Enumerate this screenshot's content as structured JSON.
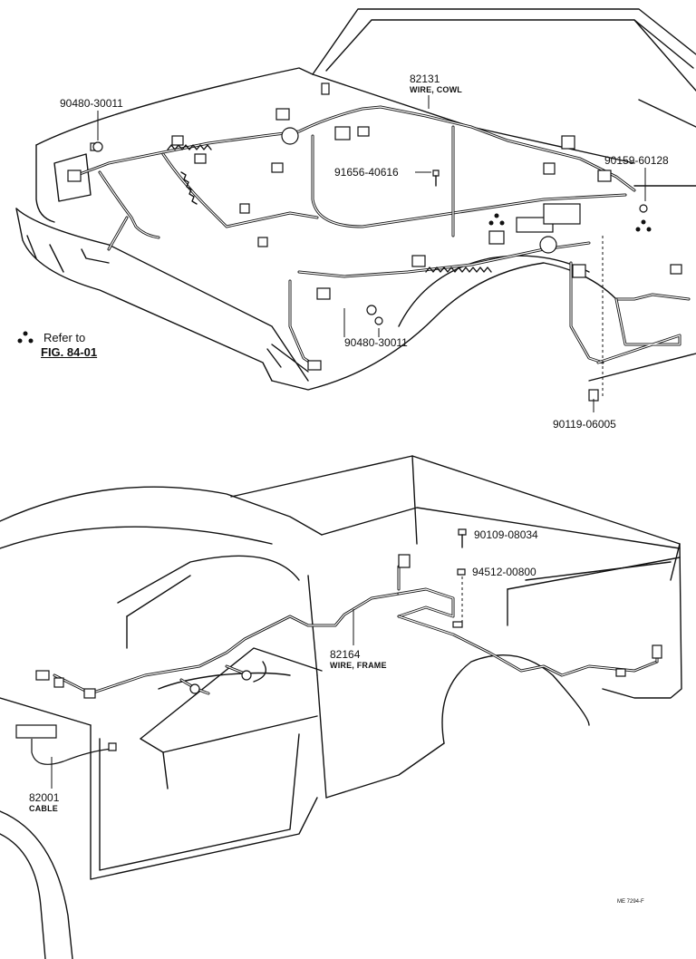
{
  "upper_diagram": {
    "callouts": [
      {
        "id": "c1",
        "part_no": "82131",
        "desc": "WIRE, COWL"
      },
      {
        "id": "c2",
        "part_no": "90480-30011"
      },
      {
        "id": "c3",
        "part_no": "91656-40616"
      },
      {
        "id": "c4",
        "part_no": "90159-60128"
      },
      {
        "id": "c5",
        "part_no": "90480-30011"
      },
      {
        "id": "c6",
        "part_no": "90119-06005"
      }
    ],
    "reference": {
      "text": "Refer to",
      "figure": "FIG. 84-01"
    }
  },
  "lower_diagram": {
    "callouts": [
      {
        "id": "c7",
        "part_no": "90109-08034"
      },
      {
        "id": "c8",
        "part_no": "94512-00800"
      },
      {
        "id": "c9",
        "part_no": "82164",
        "desc": "WIRE, FRAME"
      },
      {
        "id": "c10",
        "part_no": "82001",
        "desc": "CABLE"
      }
    ]
  },
  "footer_code": "ME 7294-F"
}
